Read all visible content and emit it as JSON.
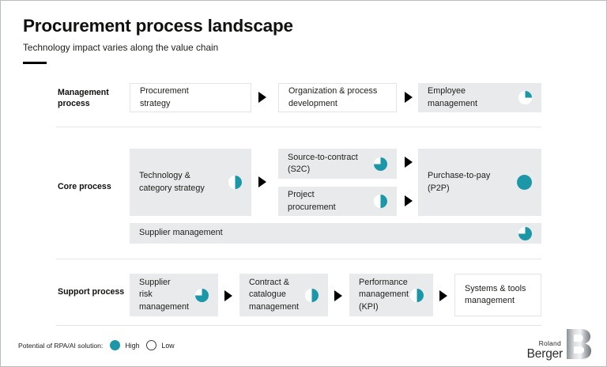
{
  "header": {
    "title": "Procurement process landscape",
    "subtitle": "Technology impact varies along the value chain"
  },
  "rows": [
    {
      "name": "management",
      "label": "Management\nprocess",
      "boxes": [
        {
          "label": "Procurement\nstrategy",
          "style": "plain",
          "pie": null
        },
        {
          "label": "Organization & process\ndevelopment",
          "style": "plain",
          "pie": null
        },
        {
          "label": "Employee\nmanagement",
          "style": "shaded",
          "pie": 25
        }
      ]
    },
    {
      "name": "core",
      "label": "Core\nprocess",
      "boxes": [
        {
          "label": "Technology &\ncategory strategy",
          "style": "shaded",
          "pie": 50
        },
        {
          "label": "Source-to-contract\n(S2C)",
          "style": "shaded",
          "pie": 75
        },
        {
          "label": "Project\nprocurement",
          "style": "shaded",
          "pie": 50
        },
        {
          "label": "Purchase-to-pay\n(P2P)",
          "style": "shaded",
          "pie": 100
        },
        {
          "label": "Supplier management",
          "style": "shaded",
          "pie": 75
        }
      ]
    },
    {
      "name": "support",
      "label": "Support\nprocess",
      "boxes": [
        {
          "label": "Supplier\nrisk\nmanagement",
          "style": "shaded",
          "pie": 75
        },
        {
          "label": "Contract &\ncatalogue\nmanagement",
          "style": "shaded",
          "pie": 50
        },
        {
          "label": "Performance\nmanagement\n(KPI)",
          "style": "shaded",
          "pie": 50
        },
        {
          "label": "Systems & tools\nmanagement",
          "style": "plain",
          "pie": null
        }
      ]
    }
  ],
  "legend": {
    "label": "Potential of RPA/AI solution:",
    "high": "High",
    "low": "Low"
  },
  "logo": {
    "line1": "Roland",
    "line2": "Berger"
  },
  "colors": {
    "accent": "#1b97a8",
    "box_shaded": "#e8eaec",
    "text": "#1d1d1b",
    "divider": "#e3e5e7"
  }
}
